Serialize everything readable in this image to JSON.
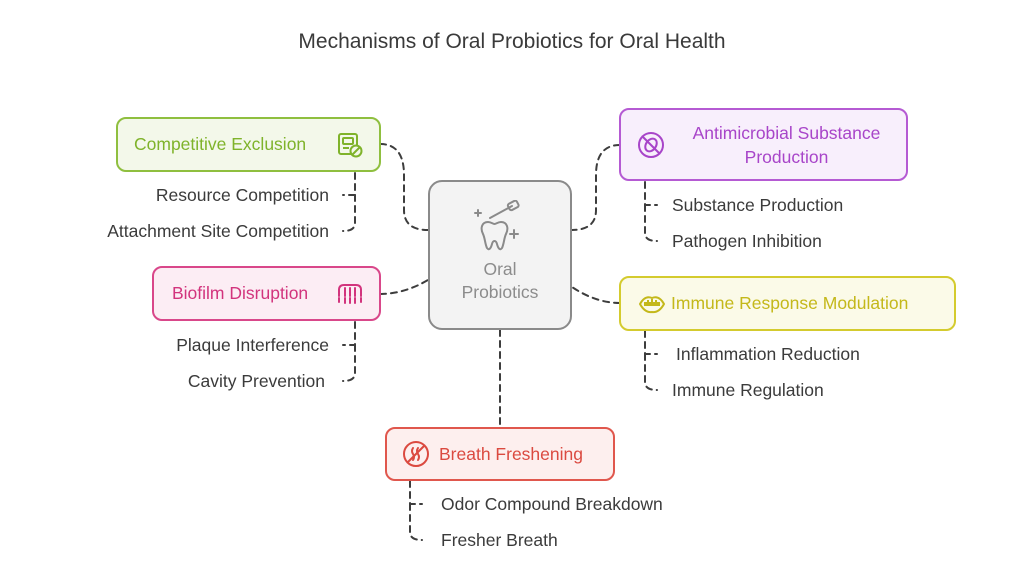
{
  "title": "Mechanisms of Oral Probiotics for Oral Health",
  "center": {
    "line1": "Oral",
    "line2": "Probiotics",
    "icon": "tooth-brush-sparkle-icon"
  },
  "colors": {
    "center_border": "#8a8a8a",
    "center_fill": "#f3f3f3",
    "green": "#8fbf3f",
    "green_fill": "#f3f8ea",
    "purple": "#b55ad3",
    "purple_fill": "#f8effc",
    "pink": "#d9478a",
    "pink_fill": "#fcedf4",
    "yellow": "#d4cb2e",
    "yellow_fill": "#fbfae8",
    "red": "#e0574d",
    "red_fill": "#fdefee",
    "connector": "#3d3d3d"
  },
  "branches": {
    "competitive": {
      "label": "Competitive Exclusion",
      "icon": "exclusion-card-icon",
      "items": [
        "Resource Competition",
        "Attachment Site Competition"
      ]
    },
    "antimicrobial": {
      "label_line1": "Antimicrobial Substance",
      "label_line2": "Production",
      "icon": "no-bacteria-icon",
      "items": [
        "Substance Production",
        "Pathogen Inhibition"
      ]
    },
    "biofilm": {
      "label": "Biofilm Disruption",
      "icon": "teeth-biofilm-icon",
      "items": [
        "Plaque Interference",
        "Cavity Prevention"
      ]
    },
    "immune": {
      "label": "Immune Response Modulation",
      "icon": "open-mouth-icon",
      "items": [
        "Inflammation Reduction",
        "Immune Regulation"
      ]
    },
    "breath": {
      "label": "Breath Freshening",
      "icon": "no-odor-icon",
      "items": [
        "Odor Compound Breakdown",
        "Fresher Breath"
      ]
    }
  }
}
